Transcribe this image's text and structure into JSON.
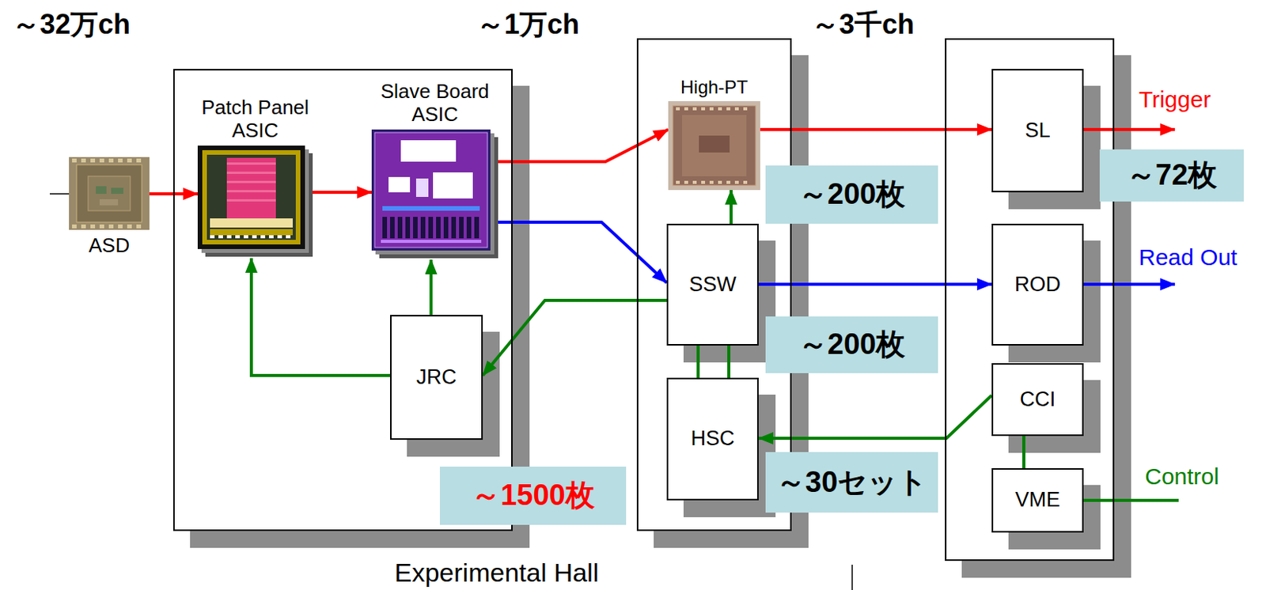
{
  "diagram": {
    "nodes": [
      {
        "text": [
          "ASD"
        ]
      },
      {
        "text": []
      },
      {
        "text": [
          "Patch Panel ASIC"
        ],
        "in": 1
      },
      {
        "text": [
          "Slave Board ASIC"
        ],
        "in": 1
      },
      {
        "text": [
          "JRC"
        ],
        "in": 1
      },
      {
        "text": [
          "～1500枚"
        ]
      },
      {
        "text": []
      },
      {
        "text": [
          "High-PT"
        ],
        "in": 6
      },
      {
        "text": [
          "SSW"
        ],
        "in": 6
      },
      {
        "text": [
          "HSC"
        ],
        "in": 6
      },
      {
        "text": [
          "～200枚"
        ]
      },
      {
        "text": [
          "～200枚"
        ]
      },
      {
        "text": [
          "～30セット"
        ]
      },
      {
        "text": []
      },
      {
        "text": [
          "SL"
        ],
        "in": 13
      },
      {
        "text": [
          "ROD"
        ],
        "in": 13
      },
      {
        "text": [
          "CCI"
        ],
        "in": 13
      },
      {
        "text": [
          "VME"
        ],
        "in": 13
      },
      {
        "text": [
          "～72枚"
        ]
      }
    ],
    "edges": [
      {
        "from": 0,
        "to": 2,
        "arrow": "to"
      },
      {
        "from": 2,
        "to": 3,
        "arrow": "to"
      },
      {
        "from": 3,
        "to": 7,
        "arrow": "to"
      },
      {
        "from": 3,
        "to": 8,
        "arrow": "to"
      },
      {
        "from": 8,
        "to": 4,
        "arrow": "to"
      },
      {
        "from": 4,
        "to": 2,
        "arrow": "to"
      },
      {
        "from": 4,
        "to": 3,
        "arrow": "to"
      },
      {
        "from": 8,
        "to": 7,
        "arrow": "to"
      },
      {
        "from": 8,
        "to": 9,
        "arrow": "none"
      },
      {
        "from": 8,
        "to": 9,
        "arrow": "none"
      },
      {
        "from": 7,
        "to": 14,
        "arrow": "to"
      },
      {
        "from": 8,
        "to": 15,
        "arrow": "to"
      },
      {
        "from": 16,
        "to": 9,
        "arrow": "to"
      },
      {
        "from": 16,
        "to": 17,
        "arrow": "none"
      }
    ],
    "labels": [
      "～32万ch",
      "～1万ch",
      "～3千ch",
      "Trigger",
      "Read Out",
      "Control",
      "Experimental Hall"
    ]
  }
}
